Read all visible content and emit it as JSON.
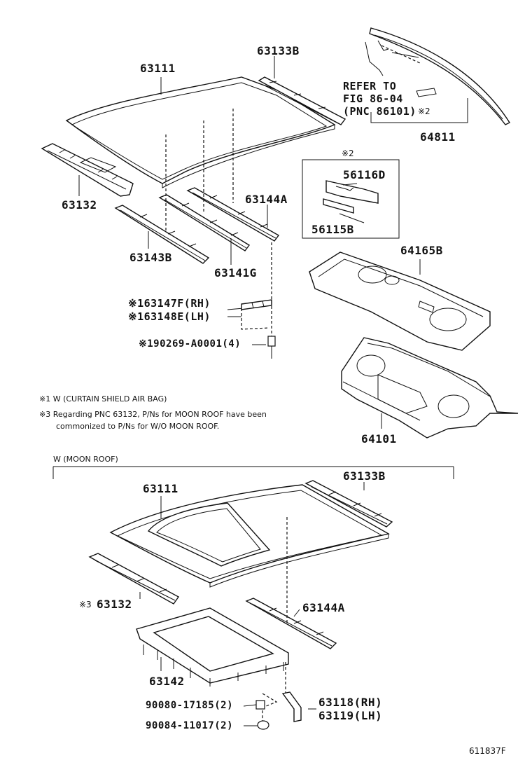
{
  "labels": {
    "p63133b_top": "63133B",
    "p63111_top": "63111",
    "refer": "REFER TO",
    "fig": "FIG 86-04",
    "pnc": "(PNC 86101)",
    "mark2_refer": "※2",
    "p64811": "64811",
    "mark2_box": "※2",
    "p56116d": "56116D",
    "p56115b": "56115B",
    "p63132_top": "63132",
    "p63144a_top": "63144A",
    "p63143b": "63143B",
    "p63141g": "63141G",
    "p64165b": "64165B",
    "p63147f": "※163147F(RH)",
    "p63148e": "※163148E(LH)",
    "p90269": "※190269-A0001(4)",
    "p64101": "64101",
    "note1": "※1 W (CURTAIN SHIELD AIR BAG)",
    "note3a": "※3 Regarding PNC 63132, P/Ns for MOON ROOF have been",
    "note3b": "commonized to P/Ns for W/O MOON ROOF.",
    "moonroof": "W (MOON ROOF)",
    "p63111_bot": "63111",
    "p63133b_bot": "63133B",
    "mark3": "※3",
    "p63132_bot": "63132",
    "p63144a_bot": "63144A",
    "p63142": "63142",
    "p90080": "90080-17185(2)",
    "p90084": "90084-11017(2)",
    "p63118": "63118(RH)",
    "p63119": "63119(LH)",
    "code": "611837F"
  }
}
